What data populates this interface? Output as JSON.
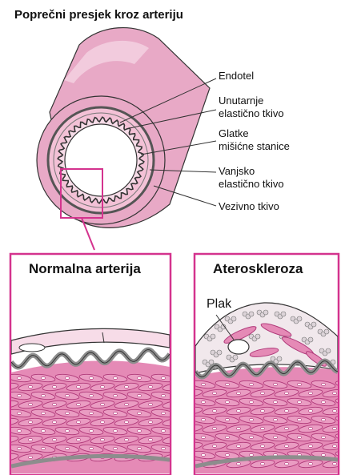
{
  "title": "Poprečni presjek kroz arteriju",
  "labels": {
    "endotel": "Endotel",
    "inner_elastic": "Unutarnje\nelastično tkivo",
    "smooth_muscle": "Glatke\nmišićne stanice",
    "outer_elastic": "Vanjsko\nelastično tkivo",
    "connective": "Vezivno tkivo"
  },
  "panels": {
    "normal": {
      "title": "Normalna arterija"
    },
    "athero": {
      "title": "Ateroskleroza",
      "plaque_label": "Plak"
    }
  },
  "colors": {
    "outer_tube": "#e8a9c6",
    "tube_highlight": "#f4d3e2",
    "muscle_band": "#f3c1d6",
    "lumen": "#ffffff",
    "frame": "#d4338e",
    "muscle_fill": "#e58ab6",
    "cell_stroke": "#b03a7a",
    "endothelium": "#f7dce8",
    "elastic_gray": "#8d8d8d",
    "plaque_fill": "#f1e8ec",
    "plaque_bubble": "#dcd3d8"
  },
  "icons": [
    "artery-cross-section-illustration",
    "zoom-box",
    "plaque-lesion"
  ]
}
